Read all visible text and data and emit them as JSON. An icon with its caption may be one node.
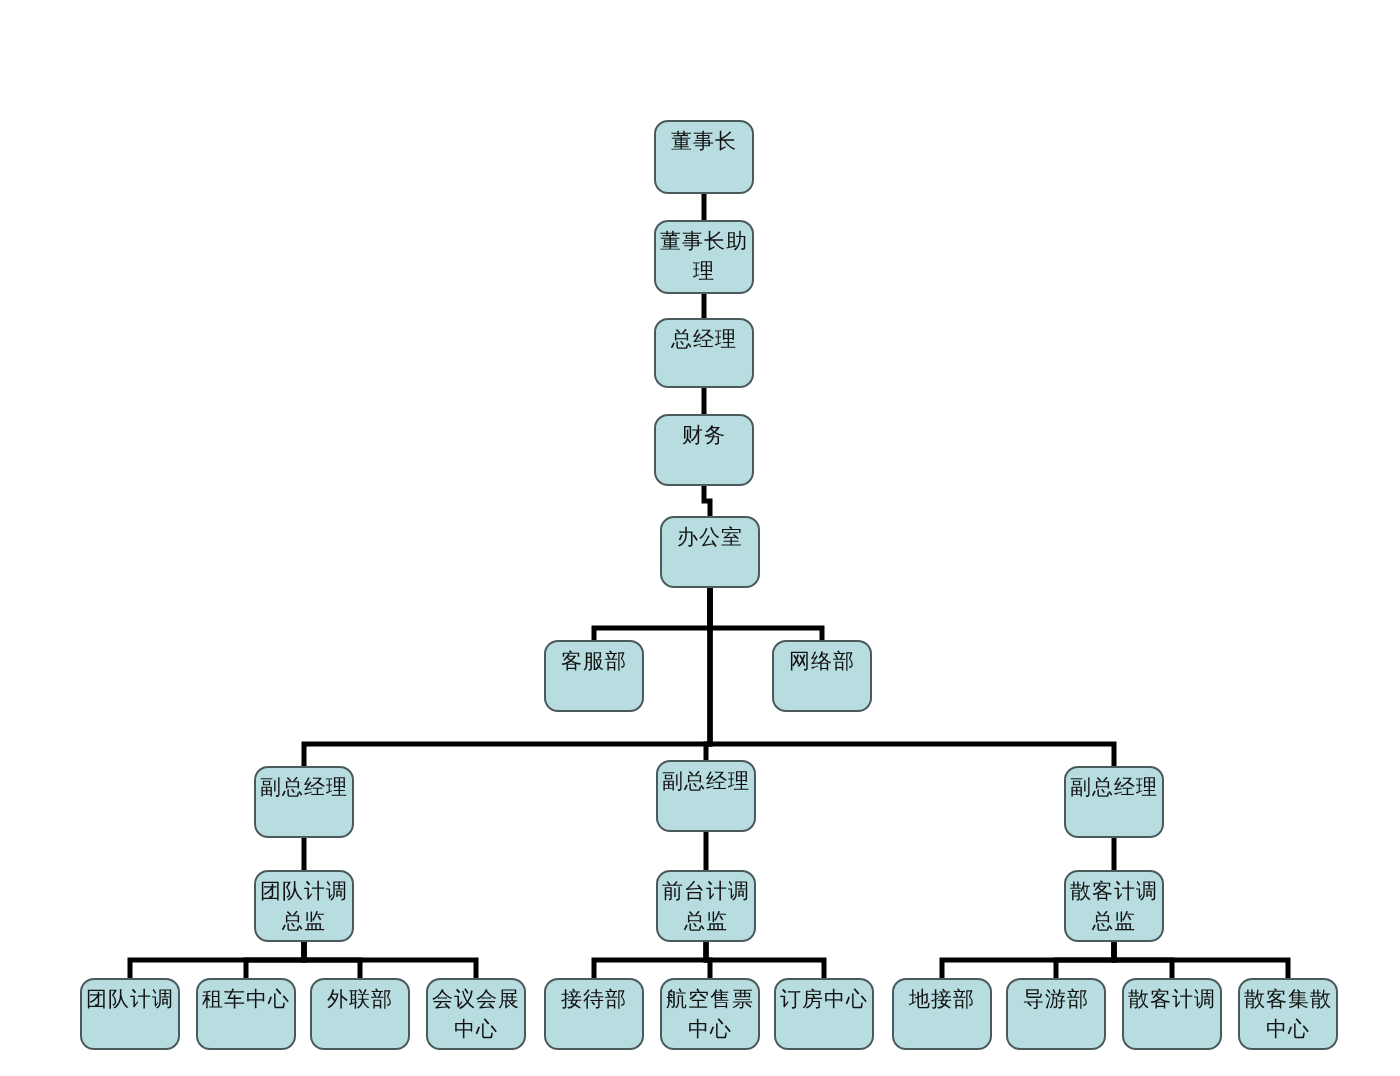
{
  "diagram": {
    "nodes": [
      {
        "text": [
          "董事长"
        ]
      },
      {
        "text": [
          "董事长助理"
        ]
      },
      {
        "text": [
          "总经理"
        ]
      },
      {
        "text": [
          "财务"
        ]
      },
      {
        "text": [
          "办公室"
        ]
      },
      {
        "text": [
          "客服部"
        ]
      },
      {
        "text": [
          "网络部"
        ]
      },
      {
        "text": [
          "副总经理"
        ]
      },
      {
        "text": [
          "团队计调总监"
        ]
      },
      {
        "text": [
          "团队计调"
        ]
      },
      {
        "text": [
          "租车中心"
        ]
      },
      {
        "text": [
          "外联部"
        ]
      },
      {
        "text": [
          "会议会展中心"
        ]
      },
      {
        "text": [
          "副总经理"
        ]
      },
      {
        "text": [
          "前台计调总监"
        ]
      },
      {
        "text": [
          "接待部"
        ]
      },
      {
        "text": [
          "航空售票中心"
        ]
      },
      {
        "text": [
          "订房中心"
        ]
      },
      {
        "text": [
          "副总经理"
        ]
      },
      {
        "text": [
          "散客计调总监"
        ]
      },
      {
        "text": [
          "地接部"
        ]
      },
      {
        "text": [
          "导游部"
        ]
      },
      {
        "text": [
          "散客计调"
        ]
      },
      {
        "text": [
          "散客集散中心"
        ]
      }
    ],
    "edges": [
      {
        "from": 0,
        "to": 1,
        "arrow": "none"
      },
      {
        "from": 1,
        "to": 2,
        "arrow": "none"
      },
      {
        "from": 2,
        "to": 3,
        "arrow": "none"
      },
      {
        "from": 3,
        "to": 4,
        "arrow": "none"
      },
      {
        "from": 4,
        "to": 5,
        "arrow": "none"
      },
      {
        "from": 4,
        "to": 6,
        "arrow": "none"
      },
      {
        "from": 4,
        "to": 7,
        "arrow": "none"
      },
      {
        "from": 4,
        "to": 13,
        "arrow": "none"
      },
      {
        "from": 4,
        "to": 18,
        "arrow": "none"
      },
      {
        "from": 7,
        "to": 8,
        "arrow": "none"
      },
      {
        "from": 8,
        "to": 9,
        "arrow": "none"
      },
      {
        "from": 8,
        "to": 10,
        "arrow": "none"
      },
      {
        "from": 8,
        "to": 11,
        "arrow": "none"
      },
      {
        "from": 8,
        "to": 12,
        "arrow": "none"
      },
      {
        "from": 13,
        "to": 14,
        "arrow": "none"
      },
      {
        "from": 14,
        "to": 15,
        "arrow": "none"
      },
      {
        "from": 14,
        "to": 16,
        "arrow": "none"
      },
      {
        "from": 14,
        "to": 17,
        "arrow": "none"
      },
      {
        "from": 18,
        "to": 19,
        "arrow": "none"
      },
      {
        "from": 19,
        "to": 20,
        "arrow": "none"
      },
      {
        "from": 19,
        "to": 21,
        "arrow": "none"
      },
      {
        "from": 19,
        "to": 22,
        "arrow": "none"
      },
      {
        "from": 19,
        "to": 23,
        "arrow": "none"
      }
    ]
  }
}
